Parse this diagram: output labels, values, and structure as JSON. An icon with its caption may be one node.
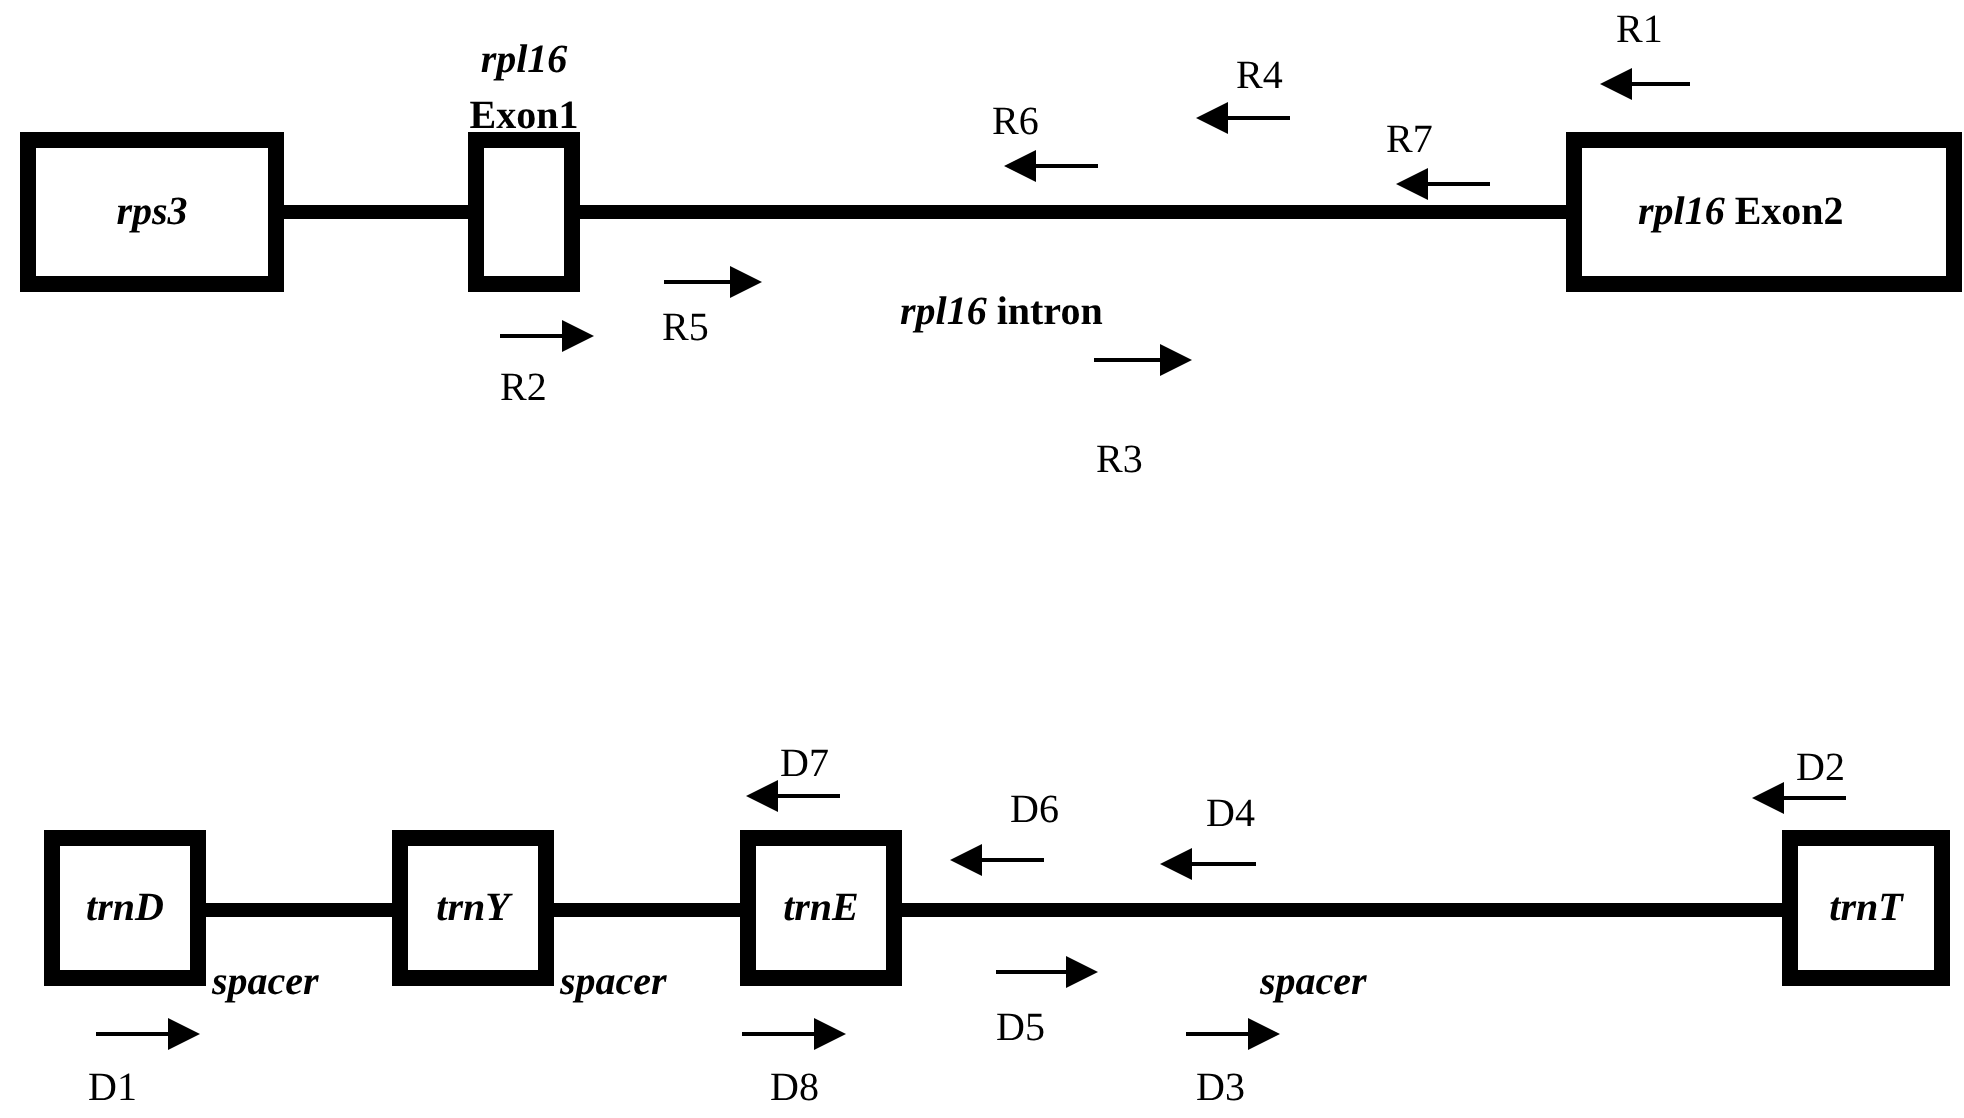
{
  "diagram": {
    "nodes": [
      {
        "text": [
          "rps3"
        ]
      },
      {
        "text": [
          "*rpl16* Exon1"
        ]
      },
      {
        "text": [
          "*rpl16* Exon2"
        ]
      },
      {
        "text": [
          "trnD"
        ]
      },
      {
        "text": [
          "trnY"
        ]
      },
      {
        "text": [
          "trnE"
        ]
      },
      {
        "text": [
          "trnT"
        ]
      }
    ],
    "edges": [
      {
        "from": 0,
        "to": 1,
        "arrow": "none"
      },
      {
        "from": 1,
        "to": 2,
        "arrow": "none",
        "label": "*rpl16* intron"
      },
      {
        "from": 3,
        "to": 4,
        "arrow": "none",
        "label": "spacer"
      },
      {
        "from": 4,
        "to": 5,
        "arrow": "none",
        "label": "spacer"
      },
      {
        "from": 5,
        "to": 6,
        "arrow": "none",
        "label": "spacer"
      }
    ],
    "labels": [
      "R1",
      "R4",
      "R6",
      "R7",
      "R5",
      "R2",
      "R3",
      "D7",
      "D2",
      "D6",
      "D4",
      "D5",
      "D1",
      "D8",
      "D3"
    ]
  }
}
